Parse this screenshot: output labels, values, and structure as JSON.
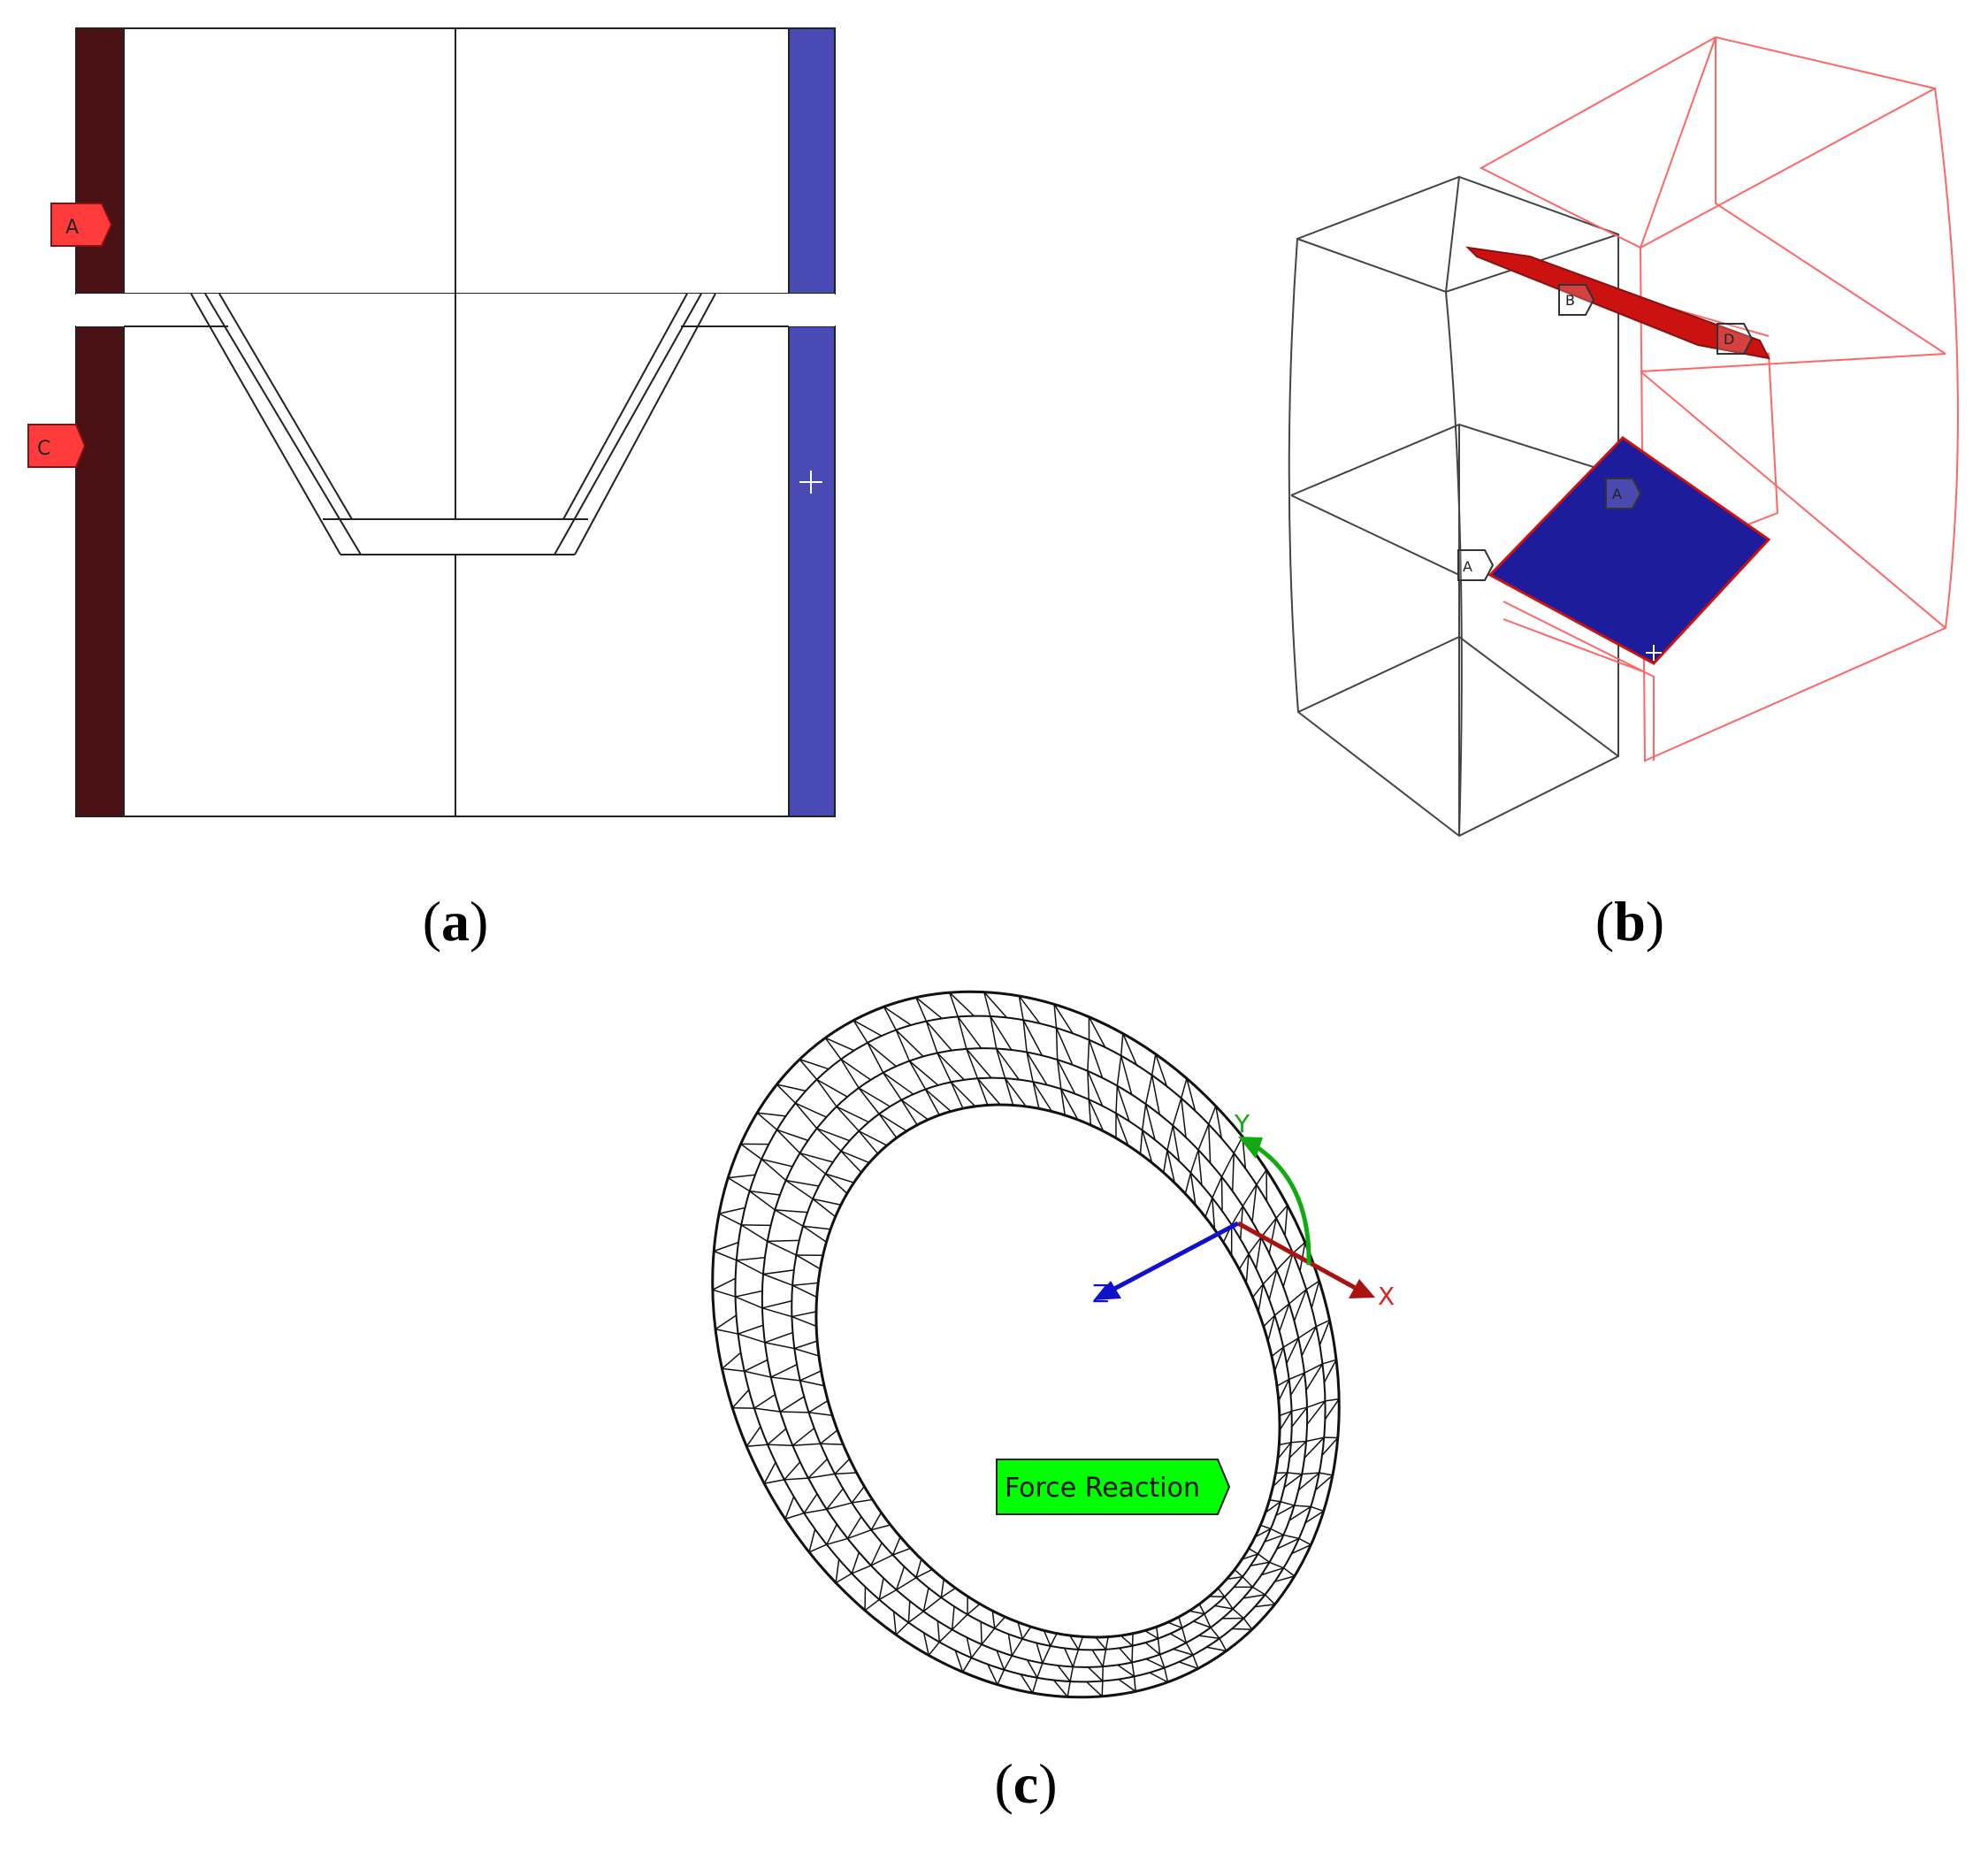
{
  "panels": {
    "a": {
      "caption": "a",
      "tags": {
        "left_upper": "A",
        "left_lower": "C"
      },
      "colors": {
        "left_bar": "#4a1214",
        "right_bar": "#4a4ab4",
        "tag": "#ff3b3b"
      }
    },
    "b": {
      "caption": "b",
      "tags": {
        "upper_left": "B",
        "upper_right": "D",
        "lower_center": "A",
        "lower_left": "A"
      },
      "colors": {
        "black_body": "#000000",
        "red_body": "#ff6666",
        "red_face": "#cc1111",
        "blue_face": "#1c1c9c"
      }
    },
    "c": {
      "caption": "c",
      "label": "Force Reaction",
      "axes": {
        "x": "X",
        "y": "Y",
        "z": "Z"
      },
      "colors": {
        "label_bg": "#00ff00",
        "x_axis": "#aa1111",
        "y_axis": "#11aa11",
        "z_axis": "#1111cc"
      }
    }
  }
}
